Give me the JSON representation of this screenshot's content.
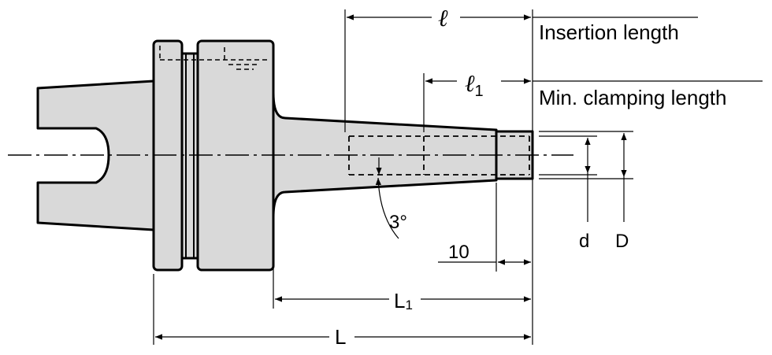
{
  "labels": {
    "insertion_length": "Insertion length",
    "min_clamping_length": "Min. clamping length",
    "l": "ℓ",
    "l1_main": "ℓ",
    "l1_sub": "1",
    "L1_main": "L",
    "L1_sub": "1",
    "L": "L",
    "d": "d",
    "D": "D",
    "ten": "10",
    "angle": "3°"
  },
  "colors": {
    "body_fill": "#d9d9d9",
    "line": "#000000"
  }
}
